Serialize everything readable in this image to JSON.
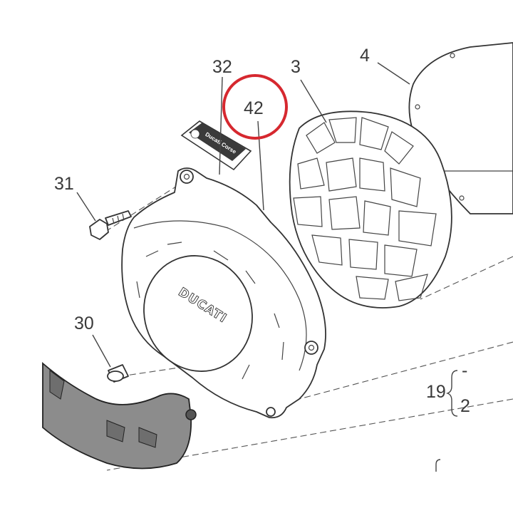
{
  "callouts": {
    "c32": "32",
    "c42": "42",
    "c3": "3",
    "c4": "4",
    "c31": "31",
    "c30": "30",
    "c19": "19",
    "brace_top": "-",
    "brace_bottom": "2"
  },
  "cover_logo": "DUCATI",
  "decal_text": "Ducati Corse",
  "highlight_color": "#d6282f"
}
